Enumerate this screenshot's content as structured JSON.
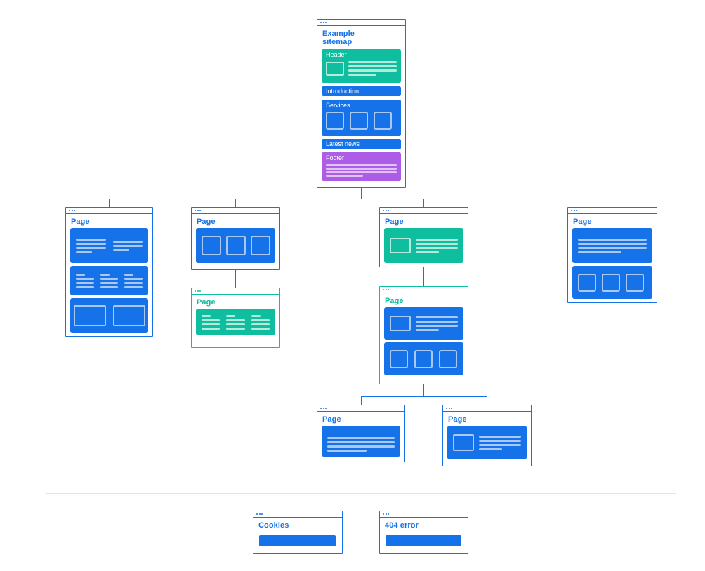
{
  "colors": {
    "primary_blue": "#1572e8",
    "accent_green": "#0ebe9e",
    "accent_purple": "#ad5ce6",
    "light_blue": "#a9c9f3",
    "light_green": "#b4ecdc",
    "light_purple": "#e0c2f5",
    "divider_gray": "#dce6ee",
    "background": "#ffffff"
  },
  "root_card": {
    "title": "Example sitemap",
    "sections": [
      "Header",
      "Introduction",
      "Services",
      "Latest news",
      "Footer"
    ]
  },
  "level1": [
    {
      "title": "Page"
    },
    {
      "title": "Page"
    },
    {
      "title": "Page"
    },
    {
      "title": "Page"
    }
  ],
  "level2": [
    {
      "title": "Page"
    },
    {
      "title": "Page"
    }
  ],
  "level3": [
    {
      "title": "Page"
    },
    {
      "title": "Page"
    }
  ],
  "utility_cards": [
    {
      "title": "Cookies"
    },
    {
      "title": "404 error"
    }
  ]
}
